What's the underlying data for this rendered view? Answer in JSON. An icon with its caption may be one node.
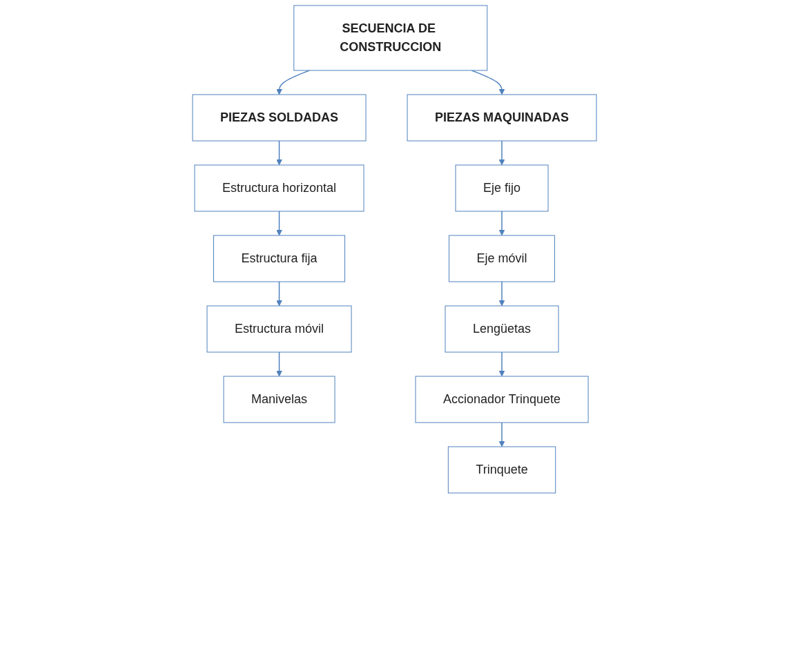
{
  "diagram": {
    "nodes": [
      {
        "text": [
          "SECUENCIA DE CONSTRUCCION"
        ]
      },
      {
        "text": [
          "PIEZAS SOLDADAS"
        ]
      },
      {
        "text": [
          "Estructura horizontal"
        ]
      },
      {
        "text": [
          "Estructura fija"
        ]
      },
      {
        "text": [
          "Estructura móvil"
        ]
      },
      {
        "text": [
          "Manivelas"
        ]
      },
      {
        "text": [
          "PIEZAS MAQUINADAS"
        ]
      },
      {
        "text": [
          "Eje fijo"
        ]
      },
      {
        "text": [
          "Eje móvil"
        ]
      },
      {
        "text": [
          "Lengüetas"
        ]
      },
      {
        "text": [
          "Accionador Trinquete"
        ]
      },
      {
        "text": [
          "Trinquete"
        ]
      }
    ],
    "edges": [
      {
        "from": 0,
        "to": 1,
        "arrow": "to"
      },
      {
        "from": 0,
        "to": 6,
        "arrow": "to"
      },
      {
        "from": 1,
        "to": 2,
        "arrow": "to"
      },
      {
        "from": 2,
        "to": 3,
        "arrow": "to"
      },
      {
        "from": 3,
        "to": 4,
        "arrow": "to"
      },
      {
        "from": 4,
        "to": 5,
        "arrow": "to"
      },
      {
        "from": 6,
        "to": 7,
        "arrow": "to"
      },
      {
        "from": 7,
        "to": 8,
        "arrow": "to"
      },
      {
        "from": 8,
        "to": 9,
        "arrow": "to"
      },
      {
        "from": 9,
        "to": 10,
        "arrow": "to"
      },
      {
        "from": 10,
        "to": 11,
        "arrow": "to"
      }
    ]
  }
}
